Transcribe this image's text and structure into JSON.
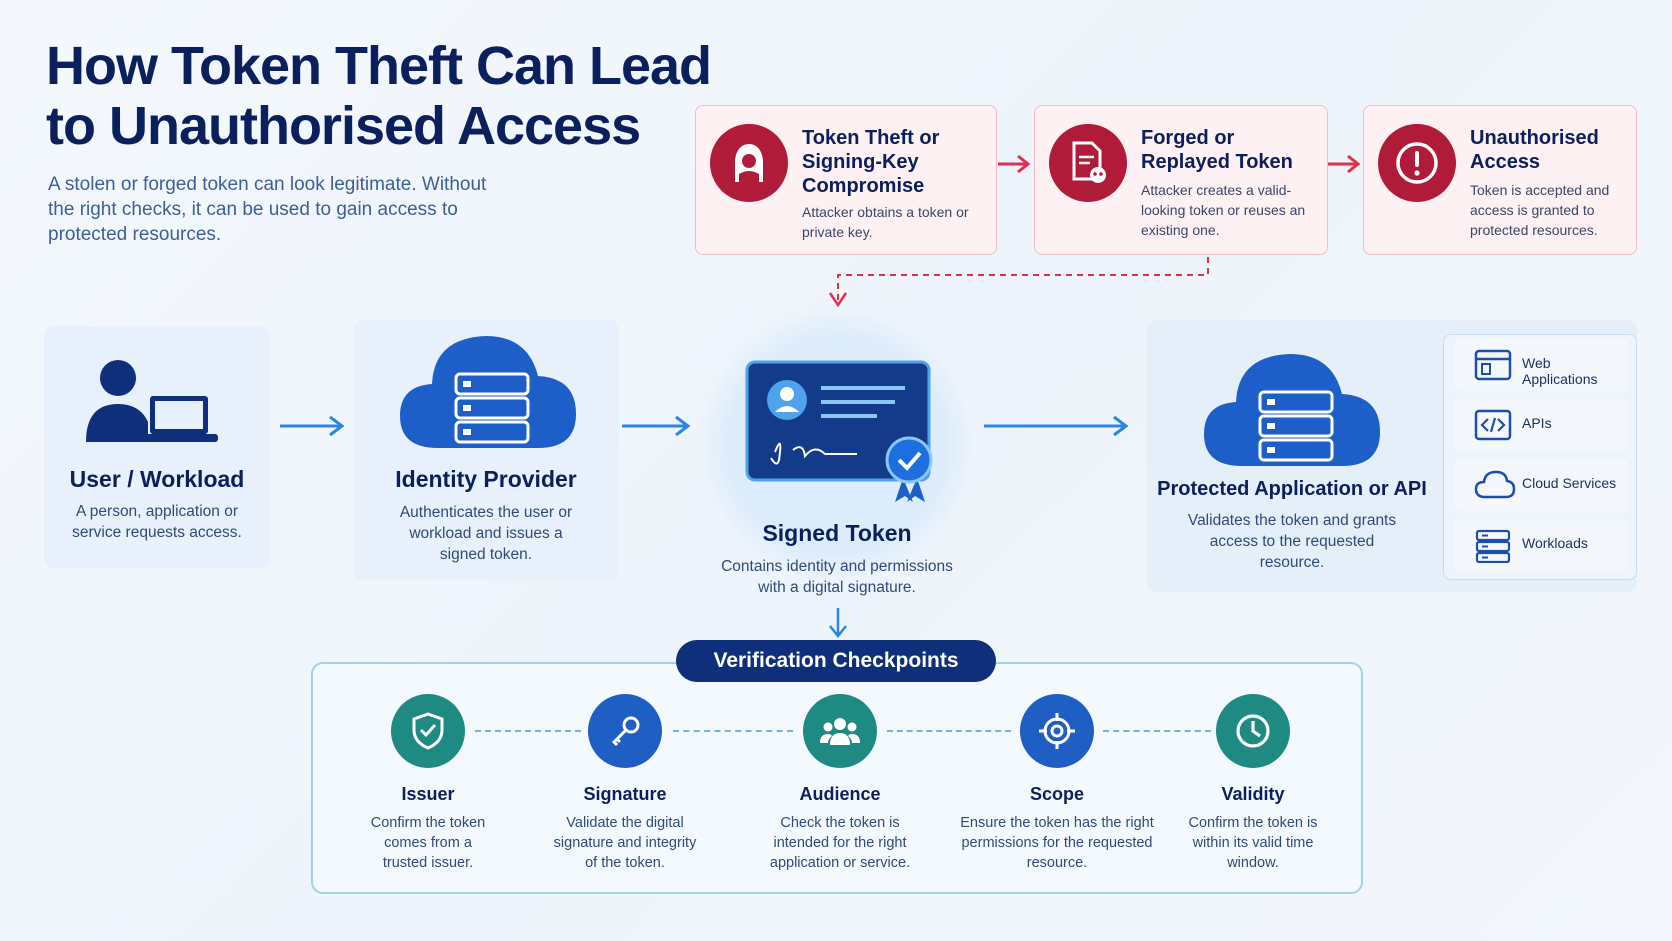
{
  "header": {
    "title": "How Token Theft Can Lead to Unauthorised Access",
    "subtitle": "A stolen or forged token can look legitimate. Without the right checks, it can be used to gain access to protected resources."
  },
  "threats": [
    {
      "title": "Token Theft or Signing-Key Compromise",
      "desc": "Attacker obtains a token or private key.",
      "icon": "hooded-attacker-icon"
    },
    {
      "title": "Forged or Replayed Token",
      "desc": "Attacker creates a valid-looking token or reuses an existing one.",
      "icon": "forged-document-icon"
    },
    {
      "title": "Unauthorised Access",
      "desc": "Token is accepted and access is granted to protected resources.",
      "icon": "alert-icon"
    }
  ],
  "flow": {
    "user": {
      "title": "User / Workload",
      "desc": "A person, application or service requests access."
    },
    "idp": {
      "title": "Identity Provider",
      "desc": "Authenticates the user or workload and issues a signed token."
    },
    "token": {
      "title": "Signed Token",
      "desc": "Contains identity and permissions with a digital signature."
    },
    "protected": {
      "title": "Protected Application or API",
      "desc": "Validates the token and grants access to the requested resource."
    }
  },
  "services": [
    {
      "label": "Web Applications",
      "icon": "browser-window-icon"
    },
    {
      "label": "APIs",
      "icon": "code-icon"
    },
    {
      "label": "Cloud Services",
      "icon": "cloud-icon"
    },
    {
      "label": "Workloads",
      "icon": "server-icon"
    }
  ],
  "verification": {
    "title": "Verification Checkpoints",
    "checks": [
      {
        "title": "Issuer",
        "desc": "Confirm the token comes from a trusted issuer.",
        "color": "#1f8a82",
        "icon": "shield-check-icon"
      },
      {
        "title": "Signature",
        "desc": "Validate the digital signature and integrity of the token.",
        "color": "#1f5fc4",
        "icon": "key-icon"
      },
      {
        "title": "Audience",
        "desc": "Check the token is intended for the right application or service.",
        "color": "#1f8a82",
        "icon": "group-icon"
      },
      {
        "title": "Scope",
        "desc": "Ensure the token has the right permissions for the requested resource.",
        "color": "#1f5fc4",
        "icon": "target-icon"
      },
      {
        "title": "Validity",
        "desc": "Confirm the token is within its valid time window.",
        "color": "#1f8a82",
        "icon": "clock-icon"
      }
    ]
  },
  "colors": {
    "navy": "#0b1f5c",
    "threat_red": "#b01b3a",
    "flow_blue": "#2a86e0",
    "teal": "#1f8a82"
  }
}
